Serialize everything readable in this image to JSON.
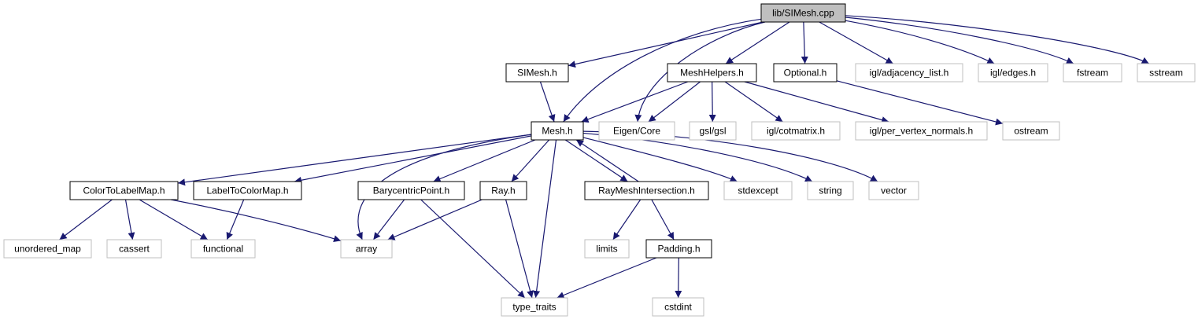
{
  "diagram": {
    "title": "",
    "colors": {
      "edge": "#191970",
      "internal_border": "#000000",
      "external_border": "#bfbfbf",
      "root_fill": "#bfbfbf",
      "background": "#ffffff",
      "text": "#000000"
    },
    "nodes": [
      {
        "id": "simesh_cpp",
        "label": "lib/SIMesh.cpp",
        "kind": "root"
      },
      {
        "id": "simesh_h",
        "label": "SIMesh.h",
        "kind": "internal"
      },
      {
        "id": "meshhelpers_h",
        "label": "MeshHelpers.h",
        "kind": "internal"
      },
      {
        "id": "optional_h",
        "label": "Optional.h",
        "kind": "internal"
      },
      {
        "id": "igl_adjacency",
        "label": "igl/adjacency_list.h",
        "kind": "external"
      },
      {
        "id": "igl_edges",
        "label": "igl/edges.h",
        "kind": "external"
      },
      {
        "id": "fstream",
        "label": "fstream",
        "kind": "external"
      },
      {
        "id": "sstream",
        "label": "sstream",
        "kind": "external"
      },
      {
        "id": "mesh_h",
        "label": "Mesh.h",
        "kind": "internal"
      },
      {
        "id": "eigen_core",
        "label": "Eigen/Core",
        "kind": "external"
      },
      {
        "id": "gsl",
        "label": "gsl/gsl",
        "kind": "external"
      },
      {
        "id": "igl_cotmatrix",
        "label": "igl/cotmatrix.h",
        "kind": "external"
      },
      {
        "id": "igl_pvn",
        "label": "igl/per_vertex_normals.h",
        "kind": "external"
      },
      {
        "id": "ostream",
        "label": "ostream",
        "kind": "external"
      },
      {
        "id": "colortolabel",
        "label": "ColorToLabelMap.h",
        "kind": "internal"
      },
      {
        "id": "labeltocolor",
        "label": "LabelToColorMap.h",
        "kind": "internal"
      },
      {
        "id": "barycentric",
        "label": "BarycentricPoint.h",
        "kind": "internal"
      },
      {
        "id": "ray_h",
        "label": "Ray.h",
        "kind": "internal"
      },
      {
        "id": "raymeshint",
        "label": "RayMeshIntersection.h",
        "kind": "internal"
      },
      {
        "id": "stdexcept",
        "label": "stdexcept",
        "kind": "external"
      },
      {
        "id": "string",
        "label": "string",
        "kind": "external"
      },
      {
        "id": "vector",
        "label": "vector",
        "kind": "external"
      },
      {
        "id": "unordered_map",
        "label": "unordered_map",
        "kind": "external"
      },
      {
        "id": "cassert",
        "label": "cassert",
        "kind": "external"
      },
      {
        "id": "functional",
        "label": "functional",
        "kind": "external"
      },
      {
        "id": "array",
        "label": "array",
        "kind": "external"
      },
      {
        "id": "limits",
        "label": "limits",
        "kind": "external"
      },
      {
        "id": "padding_h",
        "label": "Padding.h",
        "kind": "internal"
      },
      {
        "id": "type_traits",
        "label": "type_traits",
        "kind": "external"
      },
      {
        "id": "cstdint",
        "label": "cstdint",
        "kind": "external"
      }
    ],
    "edges": [
      {
        "from": "simesh_cpp",
        "to": "simesh_h"
      },
      {
        "from": "simesh_cpp",
        "to": "mesh_h"
      },
      {
        "from": "simesh_cpp",
        "to": "eigen_core"
      },
      {
        "from": "simesh_cpp",
        "to": "meshhelpers_h"
      },
      {
        "from": "simesh_cpp",
        "to": "optional_h"
      },
      {
        "from": "simesh_cpp",
        "to": "igl_adjacency"
      },
      {
        "from": "simesh_cpp",
        "to": "igl_edges"
      },
      {
        "from": "simesh_cpp",
        "to": "fstream"
      },
      {
        "from": "simesh_cpp",
        "to": "sstream"
      },
      {
        "from": "simesh_h",
        "to": "mesh_h"
      },
      {
        "from": "meshhelpers_h",
        "to": "mesh_h"
      },
      {
        "from": "meshhelpers_h",
        "to": "eigen_core"
      },
      {
        "from": "meshhelpers_h",
        "to": "gsl"
      },
      {
        "from": "meshhelpers_h",
        "to": "igl_cotmatrix"
      },
      {
        "from": "meshhelpers_h",
        "to": "igl_pvn"
      },
      {
        "from": "optional_h",
        "to": "ostream"
      },
      {
        "from": "mesh_h",
        "to": "colortolabel"
      },
      {
        "from": "mesh_h",
        "to": "labeltocolor"
      },
      {
        "from": "mesh_h",
        "to": "array"
      },
      {
        "from": "mesh_h",
        "to": "barycentric"
      },
      {
        "from": "mesh_h",
        "to": "ray_h"
      },
      {
        "from": "mesh_h",
        "to": "type_traits"
      },
      {
        "from": "mesh_h",
        "to": "raymeshint"
      },
      {
        "from": "mesh_h",
        "to": "stdexcept"
      },
      {
        "from": "mesh_h",
        "to": "string"
      },
      {
        "from": "mesh_h",
        "to": "vector"
      },
      {
        "from": "raymeshint",
        "to": "mesh_h"
      },
      {
        "from": "raymeshint",
        "to": "limits"
      },
      {
        "from": "raymeshint",
        "to": "padding_h"
      },
      {
        "from": "colortolabel",
        "to": "unordered_map"
      },
      {
        "from": "colortolabel",
        "to": "cassert"
      },
      {
        "from": "colortolabel",
        "to": "functional"
      },
      {
        "from": "colortolabel",
        "to": "array"
      },
      {
        "from": "labeltocolor",
        "to": "functional"
      },
      {
        "from": "barycentric",
        "to": "array"
      },
      {
        "from": "barycentric",
        "to": "type_traits"
      },
      {
        "from": "ray_h",
        "to": "array"
      },
      {
        "from": "ray_h",
        "to": "type_traits"
      },
      {
        "from": "padding_h",
        "to": "type_traits"
      },
      {
        "from": "padding_h",
        "to": "cstdint"
      }
    ]
  }
}
